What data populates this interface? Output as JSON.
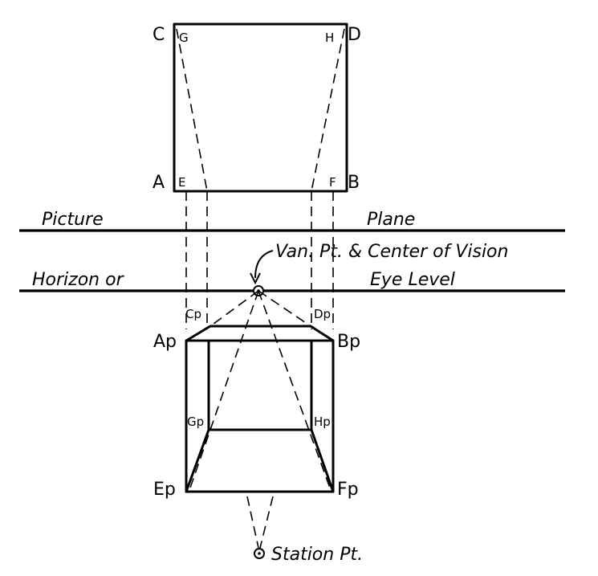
{
  "labels": {
    "C": "C",
    "D": "D",
    "A": "A",
    "B": "B",
    "G": "G",
    "H": "H",
    "E": "E",
    "F": "F",
    "Cp": "Cp",
    "Dp": "Dp",
    "Ap": "Ap",
    "Bp": "Bp",
    "Gp": "Gp",
    "Hp": "Hp",
    "Ep": "Ep",
    "Fp": "Fp"
  },
  "captions": {
    "picture": "Picture",
    "plane": "Plane",
    "horizon": "Horizon or",
    "eye_level": "Eye Level",
    "vanishing": "Van. Pt. & Center of Vision",
    "station": "Station Pt."
  }
}
